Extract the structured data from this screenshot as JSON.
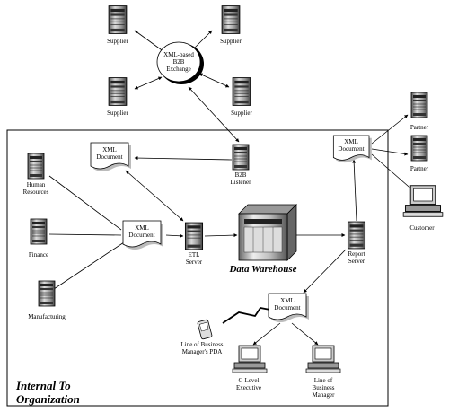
{
  "exchange": {
    "line1": "XML-based",
    "line2": "B2B",
    "line3": "Exchange"
  },
  "suppliers": [
    "Supplier",
    "Supplier",
    "Supplier",
    "Supplier"
  ],
  "b2b_listener": {
    "line1": "B2B",
    "line2": "Listener"
  },
  "xml_doc_label": {
    "line1": "XML",
    "line2": "Document"
  },
  "departments": {
    "hr_line1": "Human",
    "hr_line2": "Resources",
    "finance": "Finance",
    "manufacturing": "Manufacturing"
  },
  "etl": {
    "line1": "ETL",
    "line2": "Server"
  },
  "warehouse": "Data Warehouse",
  "report": {
    "line1": "Report",
    "line2": "Server"
  },
  "partners": [
    "Partner",
    "Partner"
  ],
  "customer": "Customer",
  "pda": {
    "line1": "Line of Business",
    "line2": "Manager's PDA"
  },
  "executive": {
    "line1": "C-Level",
    "line2": "Executive"
  },
  "lob_manager": {
    "line1": "Line of",
    "line2": "Business",
    "line3": "Manager"
  },
  "org": {
    "line1": "Internal To",
    "line2": "Organization"
  }
}
